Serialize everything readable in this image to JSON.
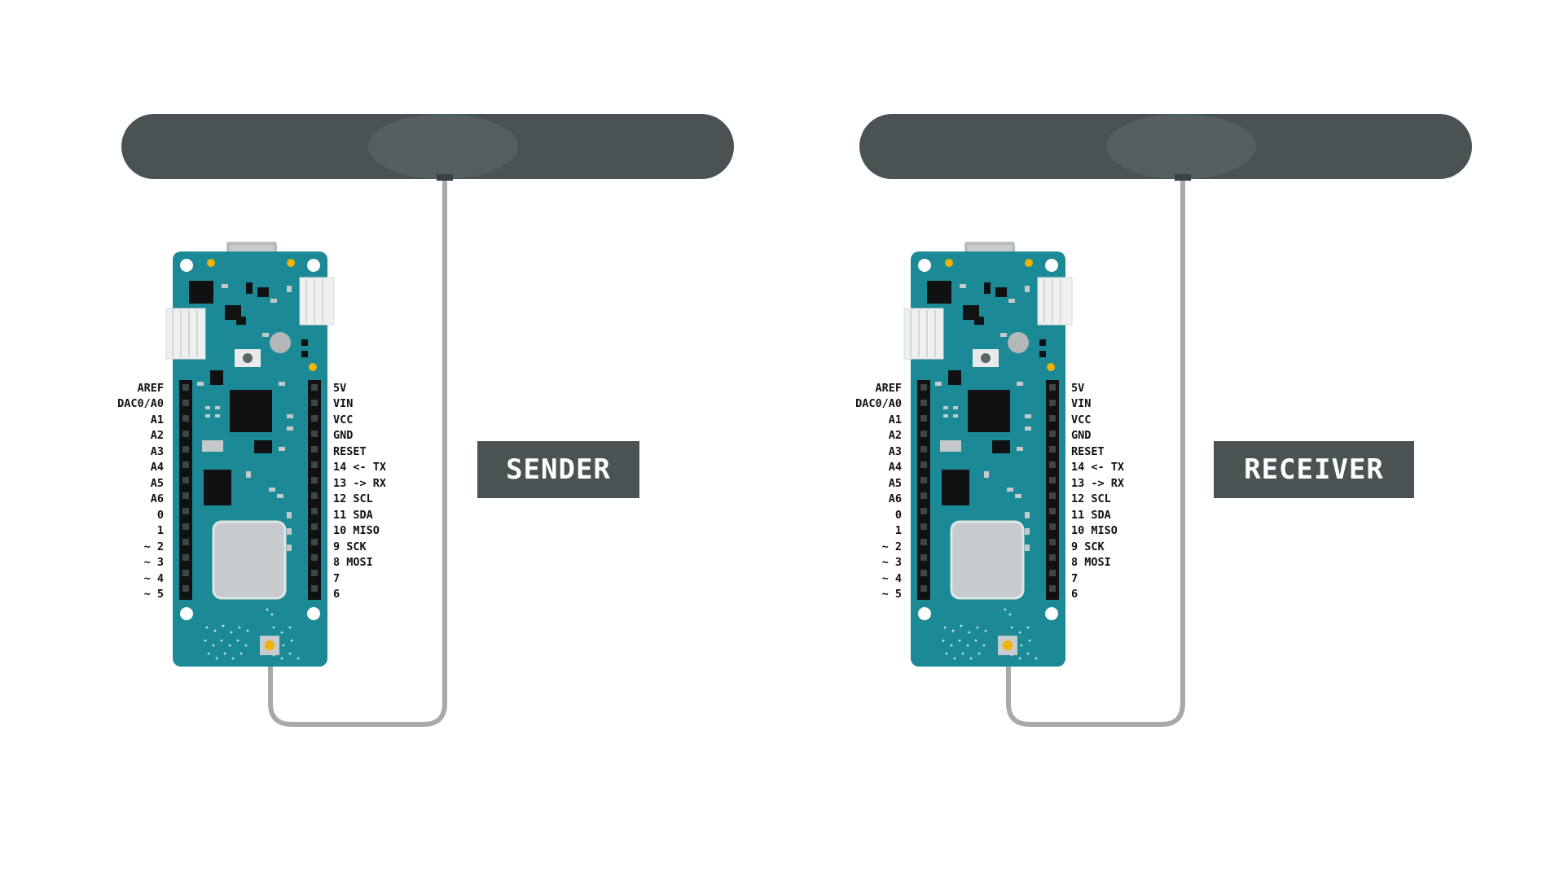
{
  "sender": {
    "label": "SENDER"
  },
  "receiver": {
    "label": "RECEIVER"
  },
  "board": {
    "left_pins": [
      "AREF",
      "DAC0/A0",
      "A1",
      "A2",
      "A3",
      "A4",
      "A5",
      "A6",
      "0",
      "1",
      "~ 2",
      "~ 3",
      "~ 4",
      "~ 5"
    ],
    "right_pins": [
      "5V",
      "VIN",
      "VCC",
      "GND",
      "RESET",
      "14 <- TX",
      "13 -> RX",
      "12 SCL",
      "11 SDA",
      "10 MISO",
      "9 SCK",
      "8 MOSI",
      "7",
      "6"
    ]
  },
  "colors": {
    "antenna": "#4a5253",
    "pcb": "#1b8a96",
    "cable": "#a9a9a9",
    "label_bg": "#4a5253",
    "label_text": "#ffffff"
  }
}
